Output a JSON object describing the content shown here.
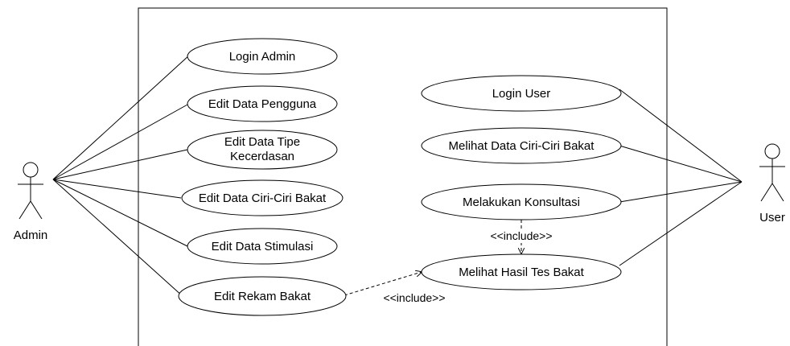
{
  "actors": {
    "admin": {
      "label": "Admin"
    },
    "user": {
      "label": "User"
    }
  },
  "use_cases": {
    "login_admin": "Login Admin",
    "edit_data_pengguna": "Edit Data Pengguna",
    "edit_data_tipe_kecerdasan": [
      "Edit Data Tipe",
      "Kecerdasan"
    ],
    "edit_data_ciri_ciri_bakat": "Edit Data Ciri-Ciri Bakat",
    "edit_data_stimulasi": "Edit Data Stimulasi",
    "edit_rekam_bakat": "Edit Rekam Bakat",
    "login_user": "Login User",
    "melihat_data_ciri_ciri_bakat": "Melihat Data Ciri-Ciri Bakat",
    "melakukan_konsultasi": "Melakukan Konsultasi",
    "melihat_hasil_tes_bakat": "Melihat Hasil Tes Bakat"
  },
  "relations": {
    "include_1": "<<include>>",
    "include_2": "<<include>>"
  }
}
